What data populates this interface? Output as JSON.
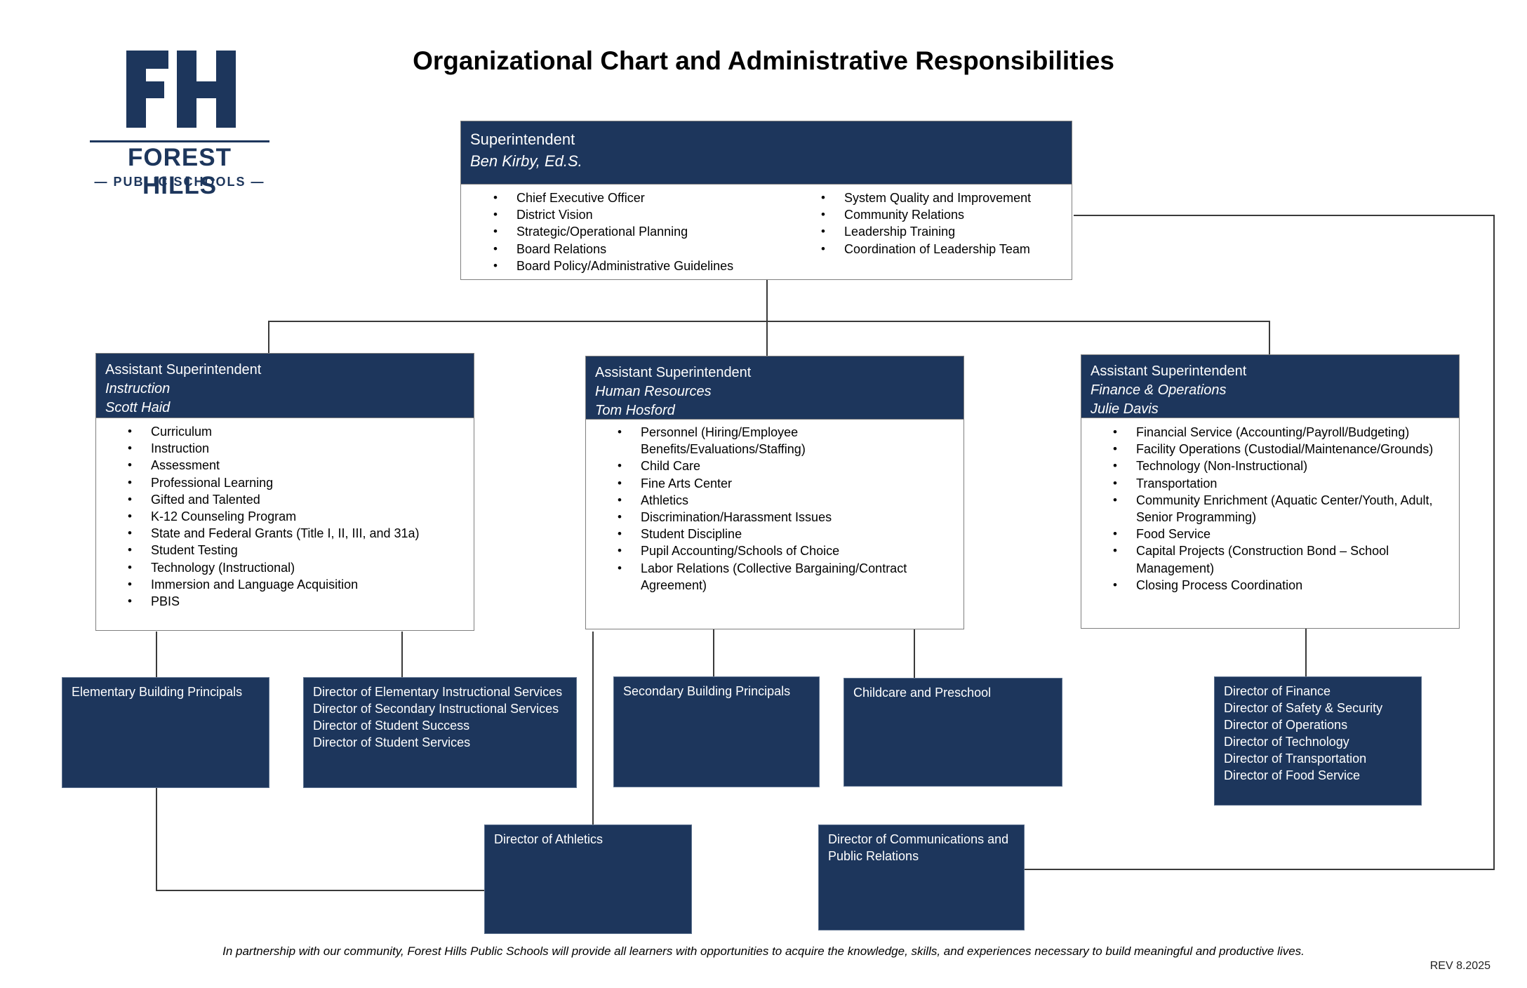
{
  "logo": {
    "monogram": "FH",
    "name": "FOREST HILLS",
    "sub": "— PUBLIC SCHOOLS —"
  },
  "title": "Organizational Chart and Administrative Responsibilities",
  "superintendent": {
    "role": "Superintendent",
    "name": "Ben Kirby, Ed.S.",
    "duties_left": [
      "Chief Executive Officer",
      "District Vision",
      "Strategic/Operational Planning",
      "Board Relations",
      "Board Policy/Administrative Guidelines"
    ],
    "duties_right": [
      "System Quality and Improvement",
      "Community Relations",
      "Leadership Training",
      "Coordination of Leadership Team"
    ]
  },
  "assistants": [
    {
      "role": "Assistant Superintendent",
      "area": "Instruction",
      "name": "Scott Haid",
      "duties": [
        "Curriculum",
        "Instruction",
        "Assessment",
        "Professional Learning",
        "Gifted and Talented",
        "K-12 Counseling Program",
        "State and Federal Grants (Title I, II, III, and 31a)",
        "Student Testing",
        "Technology (Instructional)",
        "Immersion and Language Acquisition",
        "PBIS"
      ]
    },
    {
      "role": "Assistant Superintendent",
      "area": "Human Resources",
      "name": "Tom Hosford",
      "duties": [
        "Personnel (Hiring/Employee Benefits/Evaluations/Staffing)",
        "Child Care",
        "Fine Arts Center",
        "Athletics",
        "Discrimination/Harassment Issues",
        "Student Discipline",
        "Pupil Accounting/Schools of Choice",
        "Labor Relations (Collective Bargaining/Contract Agreement)"
      ]
    },
    {
      "role": "Assistant Superintendent",
      "area": "Finance & Operations",
      "name": "Julie Davis",
      "duties": [
        "Financial Service (Accounting/Payroll/Budgeting)",
        "Facility Operations (Custodial/Maintenance/Grounds)",
        "Technology (Non-Instructional)",
        "Transportation",
        "Community Enrichment (Aquatic Center/Youth, Adult, Senior Programming)",
        "Food Service",
        "Capital Projects (Construction Bond – School Management)",
        "Closing Process Coordination"
      ]
    }
  ],
  "units": {
    "elementary_principals": [
      "Elementary Building Principals"
    ],
    "instruction_directors": [
      "Director of Elementary Instructional Services",
      "Director of Secondary Instructional Services",
      "Director of Student Success",
      "Director of Student Services"
    ],
    "secondary_principals": [
      "Secondary Building Principals"
    ],
    "childcare": [
      "Childcare and Preschool"
    ],
    "finance_directors": [
      "Director of Finance",
      "Director of Safety & Security",
      "Director of Operations",
      "Director of Technology",
      "Director of Transportation",
      "Director of Food Service"
    ],
    "athletics": [
      "Director of Athletics"
    ],
    "communications": [
      "Director of Communications and",
      "Public Relations"
    ]
  },
  "footer": "In partnership with our community, Forest Hills Public Schools will provide all learners with opportunities to acquire the knowledge, skills, and experiences necessary to build meaningful and productive lives.",
  "revision": "REV 8.2025",
  "colors": {
    "navy": "#1d365c",
    "border": "#7f7f7f"
  }
}
